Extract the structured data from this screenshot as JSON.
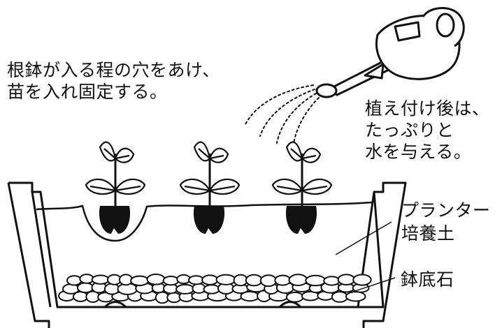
{
  "instructions": {
    "planting": {
      "line1": "根鉢が入る程の穴をあけ、",
      "line2": "苗を入れ固定する。"
    },
    "watering": {
      "line1": "植え付け後は、",
      "line2": "たっぷりと",
      "line3": "水を与える。"
    }
  },
  "parts": {
    "planter": "プランター",
    "soil": "培養土",
    "stones": "鉢底石"
  },
  "colors": {
    "ink": "#111111",
    "paper": "#ffffff"
  }
}
